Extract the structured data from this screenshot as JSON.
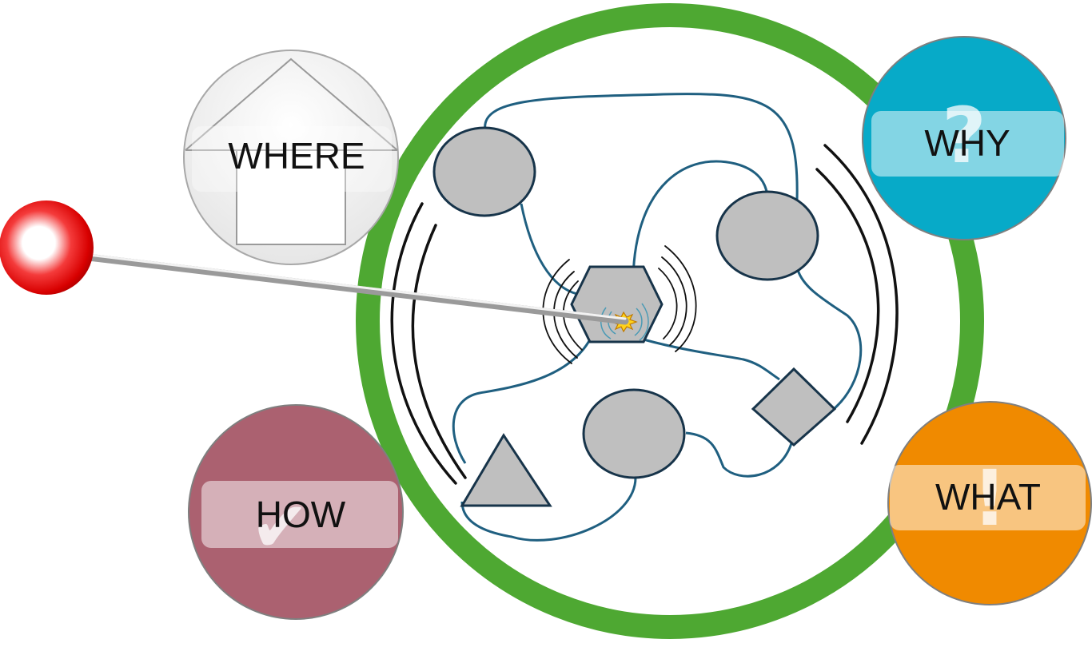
{
  "labels": {
    "where": "WHERE",
    "why": "WHY",
    "what": "WHAT",
    "how": "HOW"
  },
  "icons": {
    "where": "house-icon",
    "why": "question-mark-icon",
    "what": "exclamation-mark-icon",
    "how": "checkmark-icon",
    "pointer": "pushpin-icon",
    "impact": "spark-icon"
  },
  "glyphs": {
    "why": "?",
    "what": "!",
    "how": "✔"
  },
  "colors": {
    "ring": "#4ea832",
    "where": "#ededed",
    "why": "#07aac8",
    "what": "#f08a00",
    "how": "#ab6170",
    "node_fill": "#bfbfbf",
    "node_stroke": "#17344a",
    "link": "#1f5f80",
    "pin": "#e5070b"
  }
}
